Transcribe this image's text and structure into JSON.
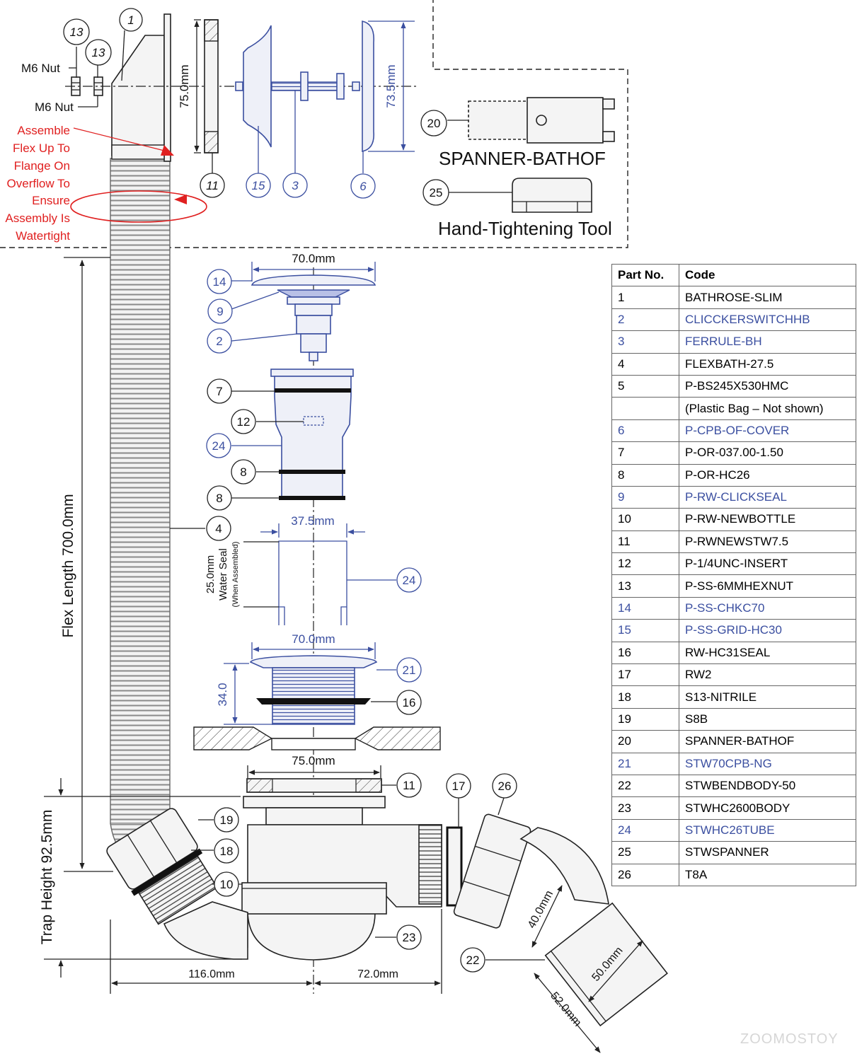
{
  "callouts": {
    "c1": "1",
    "c2": "2",
    "c3": "3",
    "c4": "4",
    "c6": "6",
    "c7": "7",
    "c8": "8",
    "c9": "9",
    "c10": "10",
    "c11": "11",
    "c12": "12",
    "c13": "13",
    "c14": "14",
    "c15": "15",
    "c16": "16",
    "c17": "17",
    "c18": "18",
    "c19": "19",
    "c20": "20",
    "c21": "21",
    "c22": "22",
    "c23": "23",
    "c24": "24",
    "c25": "25",
    "c26": "26"
  },
  "labels": {
    "m6_nut": "M6 Nut",
    "assemble_note": [
      "Assemble",
      "Flex Up To",
      "Flange On",
      "Overflow To",
      "Ensure",
      "Assembly Is",
      "Watertight"
    ],
    "spanner": "SPANNER-BATHOF",
    "hand_tool": "Hand-Tightening Tool",
    "flex_length": "Flex Length 700.0mm",
    "trap_height": "Trap Height 92.5mm",
    "water_seal_1": "25.0mm",
    "water_seal_2": "Water Seal",
    "water_seal_3": "(When Assembled)"
  },
  "dimensions": {
    "d75_top": "75.0mm",
    "d73_5": "73.5mm",
    "d70_top": "70.0mm",
    "d37_5": "37.5mm",
    "d70_mid": "70.0mm",
    "d34": "34.0",
    "d75_mid": "75.0mm",
    "d116": "116.0mm",
    "d72": "72.0mm",
    "d40": "40.0mm",
    "d50": "50.0mm",
    "d52": "52.0mm"
  },
  "table": {
    "header": {
      "part": "Part No.",
      "code": "Code"
    },
    "rows": [
      {
        "part": "1",
        "code": "BATHROSE-SLIM",
        "highlight": false
      },
      {
        "part": "2",
        "code": "CLICCKERSWITCHHB",
        "highlight": true
      },
      {
        "part": "3",
        "code": "FERRULE-BH",
        "highlight": true
      },
      {
        "part": "4",
        "code": "FLEXBATH-27.5",
        "highlight": false
      },
      {
        "part": "5",
        "code": "P-BS245X530HMC",
        "highlight": false
      },
      {
        "part": "",
        "code": "(Plastic Bag – Not shown)",
        "highlight": false
      },
      {
        "part": "6",
        "code": "P-CPB-OF-COVER",
        "highlight": true
      },
      {
        "part": "7",
        "code": "P-OR-037.00-1.50",
        "highlight": false
      },
      {
        "part": "8",
        "code": "P-OR-HC26",
        "highlight": false
      },
      {
        "part": "9",
        "code": "P-RW-CLICKSEAL",
        "highlight": true
      },
      {
        "part": "10",
        "code": "P-RW-NEWBOTTLE",
        "highlight": false
      },
      {
        "part": "11",
        "code": "P-RWNEWSTW7.5",
        "highlight": false
      },
      {
        "part": "12",
        "code": "P-1/4UNC-INSERT",
        "highlight": false
      },
      {
        "part": "13",
        "code": "P-SS-6MMHEXNUT",
        "highlight": false
      },
      {
        "part": "14",
        "code": "P-SS-CHKC70",
        "highlight": true
      },
      {
        "part": "15",
        "code": "P-SS-GRID-HC30",
        "highlight": true
      },
      {
        "part": "16",
        "code": "RW-HC31SEAL",
        "highlight": false
      },
      {
        "part": "17",
        "code": "RW2",
        "highlight": false
      },
      {
        "part": "18",
        "code": "S13-NITRILE",
        "highlight": false
      },
      {
        "part": "19",
        "code": "S8B",
        "highlight": false
      },
      {
        "part": "20",
        "code": "SPANNER-BATHOF",
        "highlight": false
      },
      {
        "part": "21",
        "code": "STW70CPB-NG",
        "highlight": true
      },
      {
        "part": "22",
        "code": "STWBENDBODY-50",
        "highlight": false
      },
      {
        "part": "23",
        "code": "STWHC2600BODY",
        "highlight": false
      },
      {
        "part": "24",
        "code": "STWHC26TUBE",
        "highlight": true
      },
      {
        "part": "25",
        "code": "STWSPANNER",
        "highlight": false
      },
      {
        "part": "26",
        "code": "T8A",
        "highlight": false
      }
    ]
  },
  "colors": {
    "black": "#111111",
    "blue": "#3b4fa0",
    "red": "#e02020",
    "background": "#ffffff"
  },
  "watermark": "ZOOMOSTOY"
}
